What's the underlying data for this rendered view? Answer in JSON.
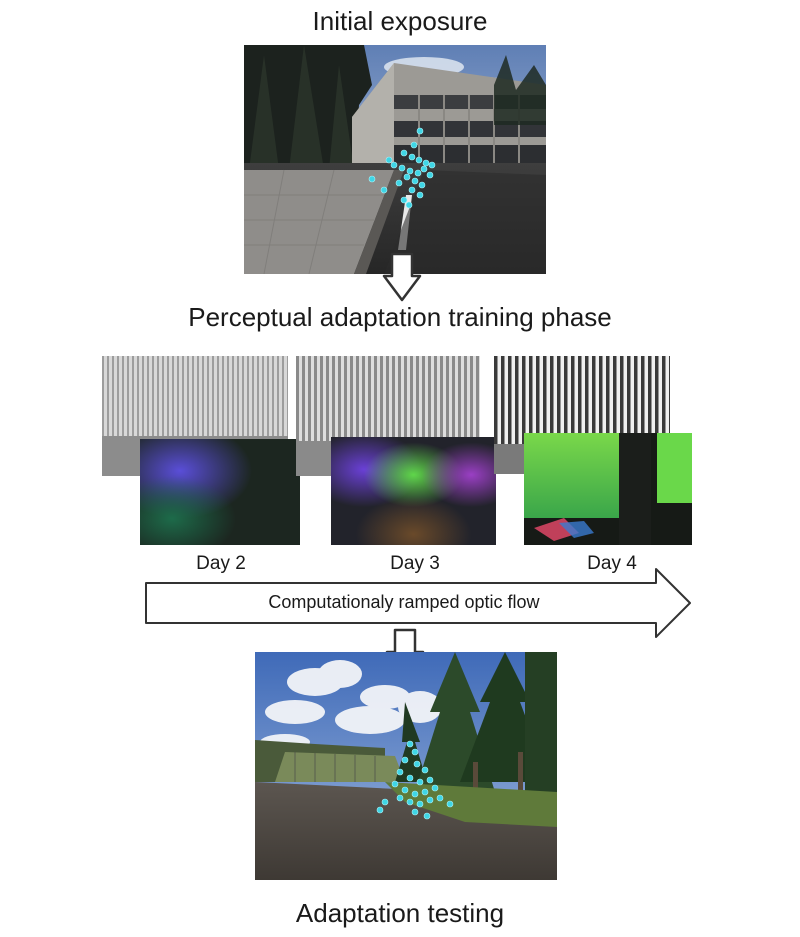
{
  "titles": {
    "initial": "Initial exposure",
    "training": "Perceptual adaptation training phase",
    "testing": "Adaptation testing"
  },
  "days": [
    {
      "label": "Day 2"
    },
    {
      "label": "Day 3"
    },
    {
      "label": "Day 4"
    }
  ],
  "ramp_arrow": {
    "label": "Computationaly ramped optic flow"
  },
  "colors": {
    "gaze_points": "#3fd6e6",
    "arrow_stroke": "#333333"
  }
}
